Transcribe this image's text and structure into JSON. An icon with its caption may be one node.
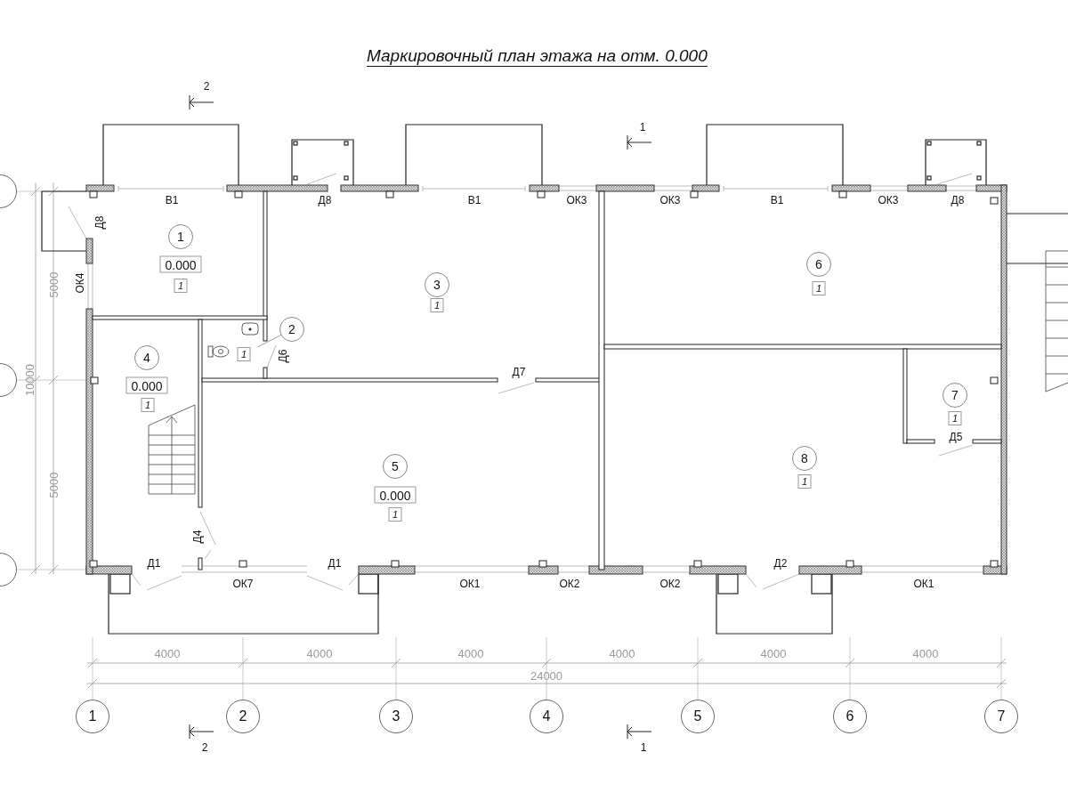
{
  "diagram": {
    "title": "Маркировочный план этажа на отм. 0.000",
    "nodes": [
      {
        "text": [
          "1"
        ]
      },
      {
        "text": [
          "0.000"
        ]
      },
      {
        "text": [
          "1"
        ]
      },
      {
        "text": [
          "2"
        ]
      },
      {
        "text": [
          "1"
        ]
      },
      {
        "text": [
          "3"
        ]
      },
      {
        "text": [
          "1"
        ]
      },
      {
        "text": [
          "4"
        ]
      },
      {
        "text": [
          "0.000"
        ]
      },
      {
        "text": [
          "1"
        ]
      },
      {
        "text": [
          "5"
        ]
      },
      {
        "text": [
          "0.000"
        ]
      },
      {
        "text": [
          "1"
        ]
      },
      {
        "text": [
          "6"
        ]
      },
      {
        "text": [
          "1"
        ]
      },
      {
        "text": [
          "7"
        ]
      },
      {
        "text": [
          "1"
        ]
      },
      {
        "text": [
          "8"
        ]
      },
      {
        "text": [
          "1"
        ]
      },
      {
        "text": [
          "1"
        ]
      },
      {
        "text": [
          "2"
        ]
      },
      {
        "text": [
          "3"
        ]
      },
      {
        "text": [
          "4"
        ]
      },
      {
        "text": [
          "5"
        ]
      },
      {
        "text": [
          "6"
        ]
      },
      {
        "text": [
          "7"
        ]
      },
      {
        "text": [],
        "shape": "circle"
      },
      {
        "text": [],
        "shape": "circle"
      },
      {
        "text": [],
        "shape": "circle"
      }
    ],
    "edges": [
      {
        "from": 3,
        "to": 4,
        "arrow": "none"
      }
    ],
    "labels": [
      "2",
      "1",
      "В1",
      "Д8",
      "В1",
      "ОК3",
      "ОК3",
      "В1",
      "ОК3",
      "Д8",
      "Д8",
      "ОК4",
      "Д6",
      "Д7",
      "Д5",
      "Д4",
      "Д1",
      "ОК7",
      "Д1",
      "ОК1",
      "ОК2",
      "ОК2",
      "Д2",
      "ОК1",
      "5000",
      "10000",
      "5000",
      "4000",
      "4000",
      "4000",
      "4000",
      "4000",
      "4000",
      "24000",
      "2",
      "1"
    ]
  }
}
